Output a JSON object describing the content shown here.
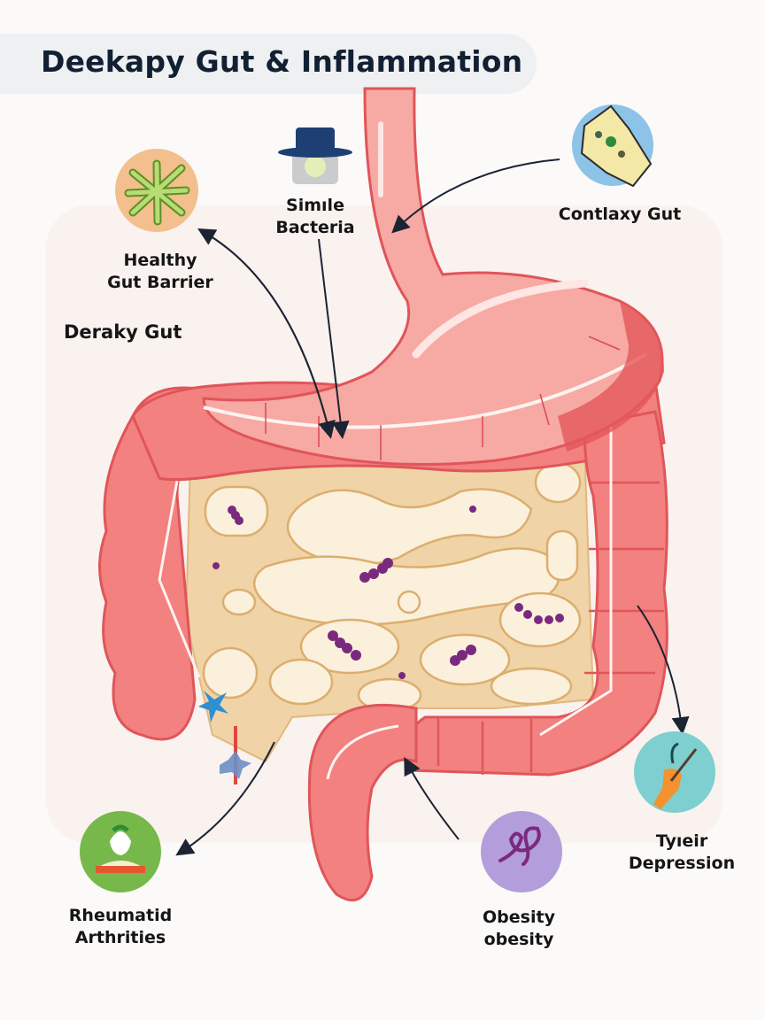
{
  "title": "Deekapy Gut & Inflammation",
  "section_label": "Deraky Gut",
  "callouts": [
    {
      "id": "healthy-gut-barrier",
      "line1": "Healthy",
      "line2": "Gut Barrier",
      "icon": "green-microbe-icon",
      "icon_bg": "#f3bf8c"
    },
    {
      "id": "simile-bacteria",
      "line1": "Simıle",
      "line2": "Bacteria",
      "icon": "hat-bacteria-icon",
      "icon_bg": "#c9cbcc"
    },
    {
      "id": "contlaxy-gut",
      "line1": "Contlaxy Gut",
      "line2": "",
      "icon": "intestinal-cell-icon",
      "icon_bg": "#8ec3e8"
    },
    {
      "id": "rheumatid-arthrities",
      "line1": "Rheumatid",
      "line2": "Arthrities",
      "icon": "joint-person-icon",
      "icon_bg": "#77b84a"
    },
    {
      "id": "obesity",
      "line1": "Obesity",
      "line2": "obesity",
      "icon": "squiggle-icon",
      "icon_bg": "#b39ddb"
    },
    {
      "id": "tyleir-depression",
      "line1": "Tyıeir",
      "line2": "Depression",
      "icon": "hand-stick-icon",
      "icon_bg": "#7ecfcf"
    }
  ],
  "colors": {
    "gut_pink": "#f2817f",
    "gut_light": "#f7a9a4",
    "gut_dark": "#e4565a",
    "mesentery": "#f0d3a6",
    "loops": "#fbf0dc",
    "bacteria": "#7a2a7e",
    "arrow": "#1c2433"
  }
}
